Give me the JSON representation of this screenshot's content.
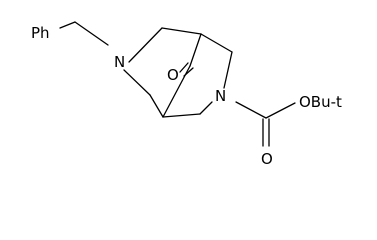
{
  "diagram": {
    "type": "chemical-structure",
    "colors": {
      "background": "#ffffff",
      "ink": "#000000"
    },
    "labels": {
      "substituent_left": "Ph",
      "substituent_right": "OBu-t",
      "nitrogen_left": "N",
      "nitrogen_right": "N",
      "bridge_oxygen": "O",
      "carbonyl_oxygen": "O"
    }
  }
}
